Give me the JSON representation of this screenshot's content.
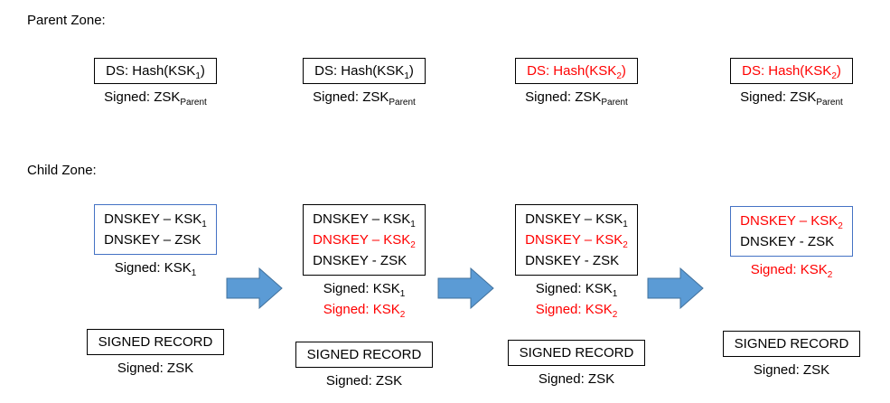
{
  "colors": {
    "red": "#FF0000",
    "black": "#000000",
    "blue_box_border": "#4472C4",
    "black_box_border": "#000000"
  },
  "arrows": {
    "fill": "#5B9BD5",
    "stroke": "#41719C",
    "direction": "right",
    "count": 3
  },
  "parent": {
    "label": "Parent Zone:",
    "columns": [
      {
        "ds": {
          "prefix": "DS: Hash(KSK",
          "sub": "1",
          "suffix": ")",
          "color": "#000000"
        },
        "signed": {
          "prefix": "Signed: ZSK",
          "sub": "Parent"
        }
      },
      {
        "ds": {
          "prefix": "DS: Hash(KSK",
          "sub": "1",
          "suffix": ")",
          "color": "#000000"
        },
        "signed": {
          "prefix": "Signed: ZSK",
          "sub": "Parent"
        }
      },
      {
        "ds": {
          "prefix": "DS: Hash(KSK",
          "sub": "2",
          "suffix": ")",
          "color": "#FF0000"
        },
        "signed": {
          "prefix": "Signed: ZSK",
          "sub": "Parent"
        }
      },
      {
        "ds": {
          "prefix": "DS: Hash(KSK",
          "sub": "2",
          "suffix": ")",
          "color": "#FF0000"
        },
        "signed": {
          "prefix": "Signed: ZSK",
          "sub": "Parent"
        }
      }
    ]
  },
  "child": {
    "label": "Child Zone:",
    "columns": [
      {
        "box_border": "#4472C4",
        "keys": [
          {
            "prefix": "DNSKEY – KSK",
            "sub": "1",
            "color": "#000000"
          },
          {
            "prefix": "DNSKEY – ZSK",
            "sub": "",
            "color": "#000000"
          }
        ],
        "signed": [
          {
            "prefix": "Signed: KSK",
            "sub": "1",
            "color": "#000000"
          }
        ],
        "record": {
          "label": "SIGNED RECORD",
          "signed": "Signed: ZSK"
        }
      },
      {
        "box_border": "#000000",
        "keys": [
          {
            "prefix": "DNSKEY – KSK",
            "sub": "1",
            "color": "#000000"
          },
          {
            "prefix": "DNSKEY – KSK",
            "sub": "2",
            "color": "#FF0000"
          },
          {
            "prefix": "DNSKEY - ZSK",
            "sub": "",
            "color": "#000000"
          }
        ],
        "signed": [
          {
            "prefix": "Signed: KSK",
            "sub": "1",
            "color": "#000000"
          },
          {
            "prefix": "Signed: KSK",
            "sub": "2",
            "color": "#FF0000"
          }
        ],
        "record": {
          "label": "SIGNED RECORD",
          "signed": "Signed: ZSK"
        }
      },
      {
        "box_border": "#000000",
        "keys": [
          {
            "prefix": "DNSKEY – KSK",
            "sub": "1",
            "color": "#000000"
          },
          {
            "prefix": "DNSKEY – KSK",
            "sub": "2",
            "color": "#FF0000"
          },
          {
            "prefix": "DNSKEY - ZSK",
            "sub": "",
            "color": "#000000"
          }
        ],
        "signed": [
          {
            "prefix": "Signed: KSK",
            "sub": "1",
            "color": "#000000"
          },
          {
            "prefix": "Signed: KSK",
            "sub": "2",
            "color": "#FF0000"
          }
        ],
        "record": {
          "label": "SIGNED RECORD",
          "signed": "Signed: ZSK"
        }
      },
      {
        "box_border": "#4472C4",
        "keys": [
          {
            "prefix": "DNSKEY – KSK",
            "sub": "2",
            "color": "#FF0000"
          },
          {
            "prefix": "DNSKEY - ZSK",
            "sub": "",
            "color": "#000000"
          }
        ],
        "signed": [
          {
            "prefix": "Signed: KSK",
            "sub": "2",
            "color": "#FF0000"
          }
        ],
        "record": {
          "label": "SIGNED RECORD",
          "signed": "Signed: ZSK"
        }
      }
    ]
  }
}
